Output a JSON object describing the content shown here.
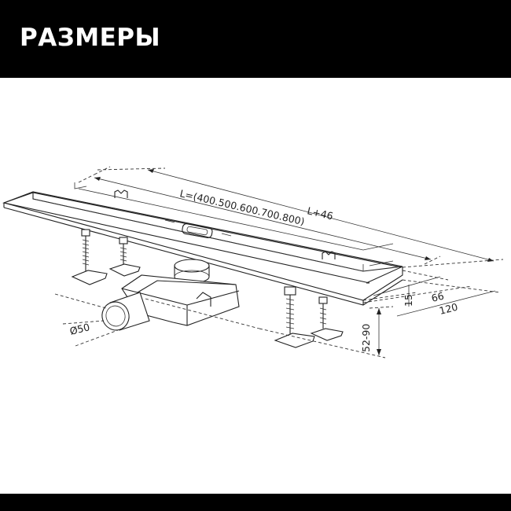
{
  "header": {
    "title": "РАЗМЕРЫ"
  },
  "dimensions": {
    "length_label": "L=(400.500.600.700.800)",
    "total_length_label": "L+46",
    "width_inner": "66",
    "width_outer": "120",
    "height_frame": "15",
    "height_adjust": "52-90",
    "pipe_diameter": "Ø50"
  },
  "colors": {
    "header_bg": "#000000",
    "header_text": "#ffffff",
    "line": "#222222"
  }
}
